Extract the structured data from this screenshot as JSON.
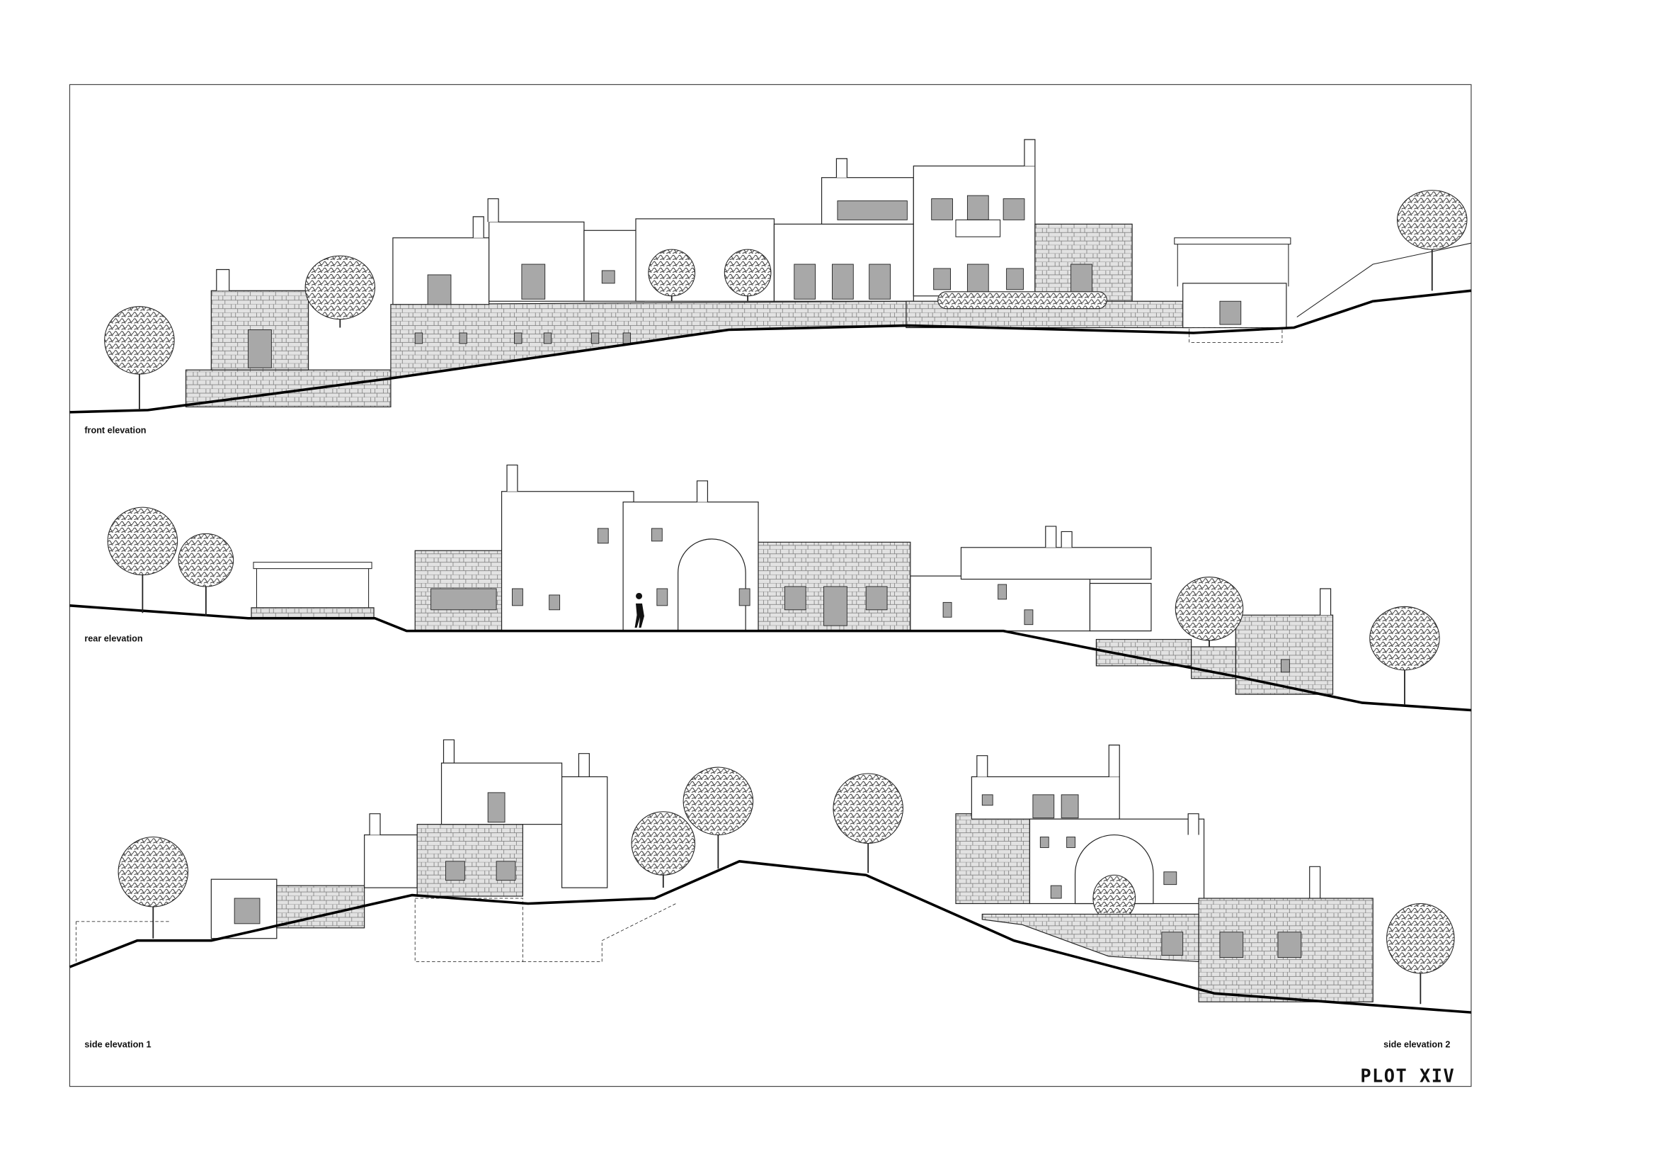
{
  "sheet": {
    "title": "PLOT XIV",
    "labels": {
      "front": "front elevation",
      "rear": "rear elevation",
      "side1": "side elevation 1",
      "side2": "side elevation 2"
    }
  },
  "colors": {
    "line": "#000000",
    "window": "#a8a8a8",
    "stone": "#d6d6d6"
  }
}
